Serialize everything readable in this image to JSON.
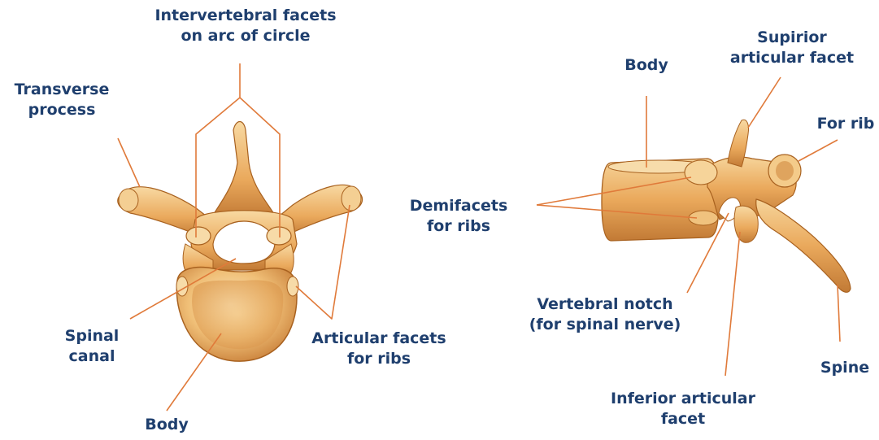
{
  "colors": {
    "label_text": "#1f3f6e",
    "leader_line": "#e07a3a",
    "bone_light": "#f6d49a",
    "bone_mid": "#e8a95b",
    "bone_dark": "#b9692a",
    "background": "#ffffff"
  },
  "labels": {
    "intervertebral": [
      "Intervertebral facets",
      "on arc of circle"
    ],
    "transverse_process": [
      "Transverse",
      "process"
    ],
    "spinal_canal": [
      "Spinal",
      "canal"
    ],
    "body_top_view": [
      "Body"
    ],
    "articular_facets_ribs": [
      "Articular facets",
      "for ribs"
    ],
    "body_side_view": [
      "Body"
    ],
    "superior_articular_facet": [
      "Supirior",
      "articular facet"
    ],
    "for_rib": [
      "For rib"
    ],
    "demifacets": [
      "Demifacets",
      "for ribs"
    ],
    "vertebral_notch": [
      "Vertebral notch",
      "(for spinal nerve)"
    ],
    "spine": [
      "Spine"
    ],
    "inferior_articular_facet": [
      "Inferior articular",
      "facet"
    ]
  }
}
